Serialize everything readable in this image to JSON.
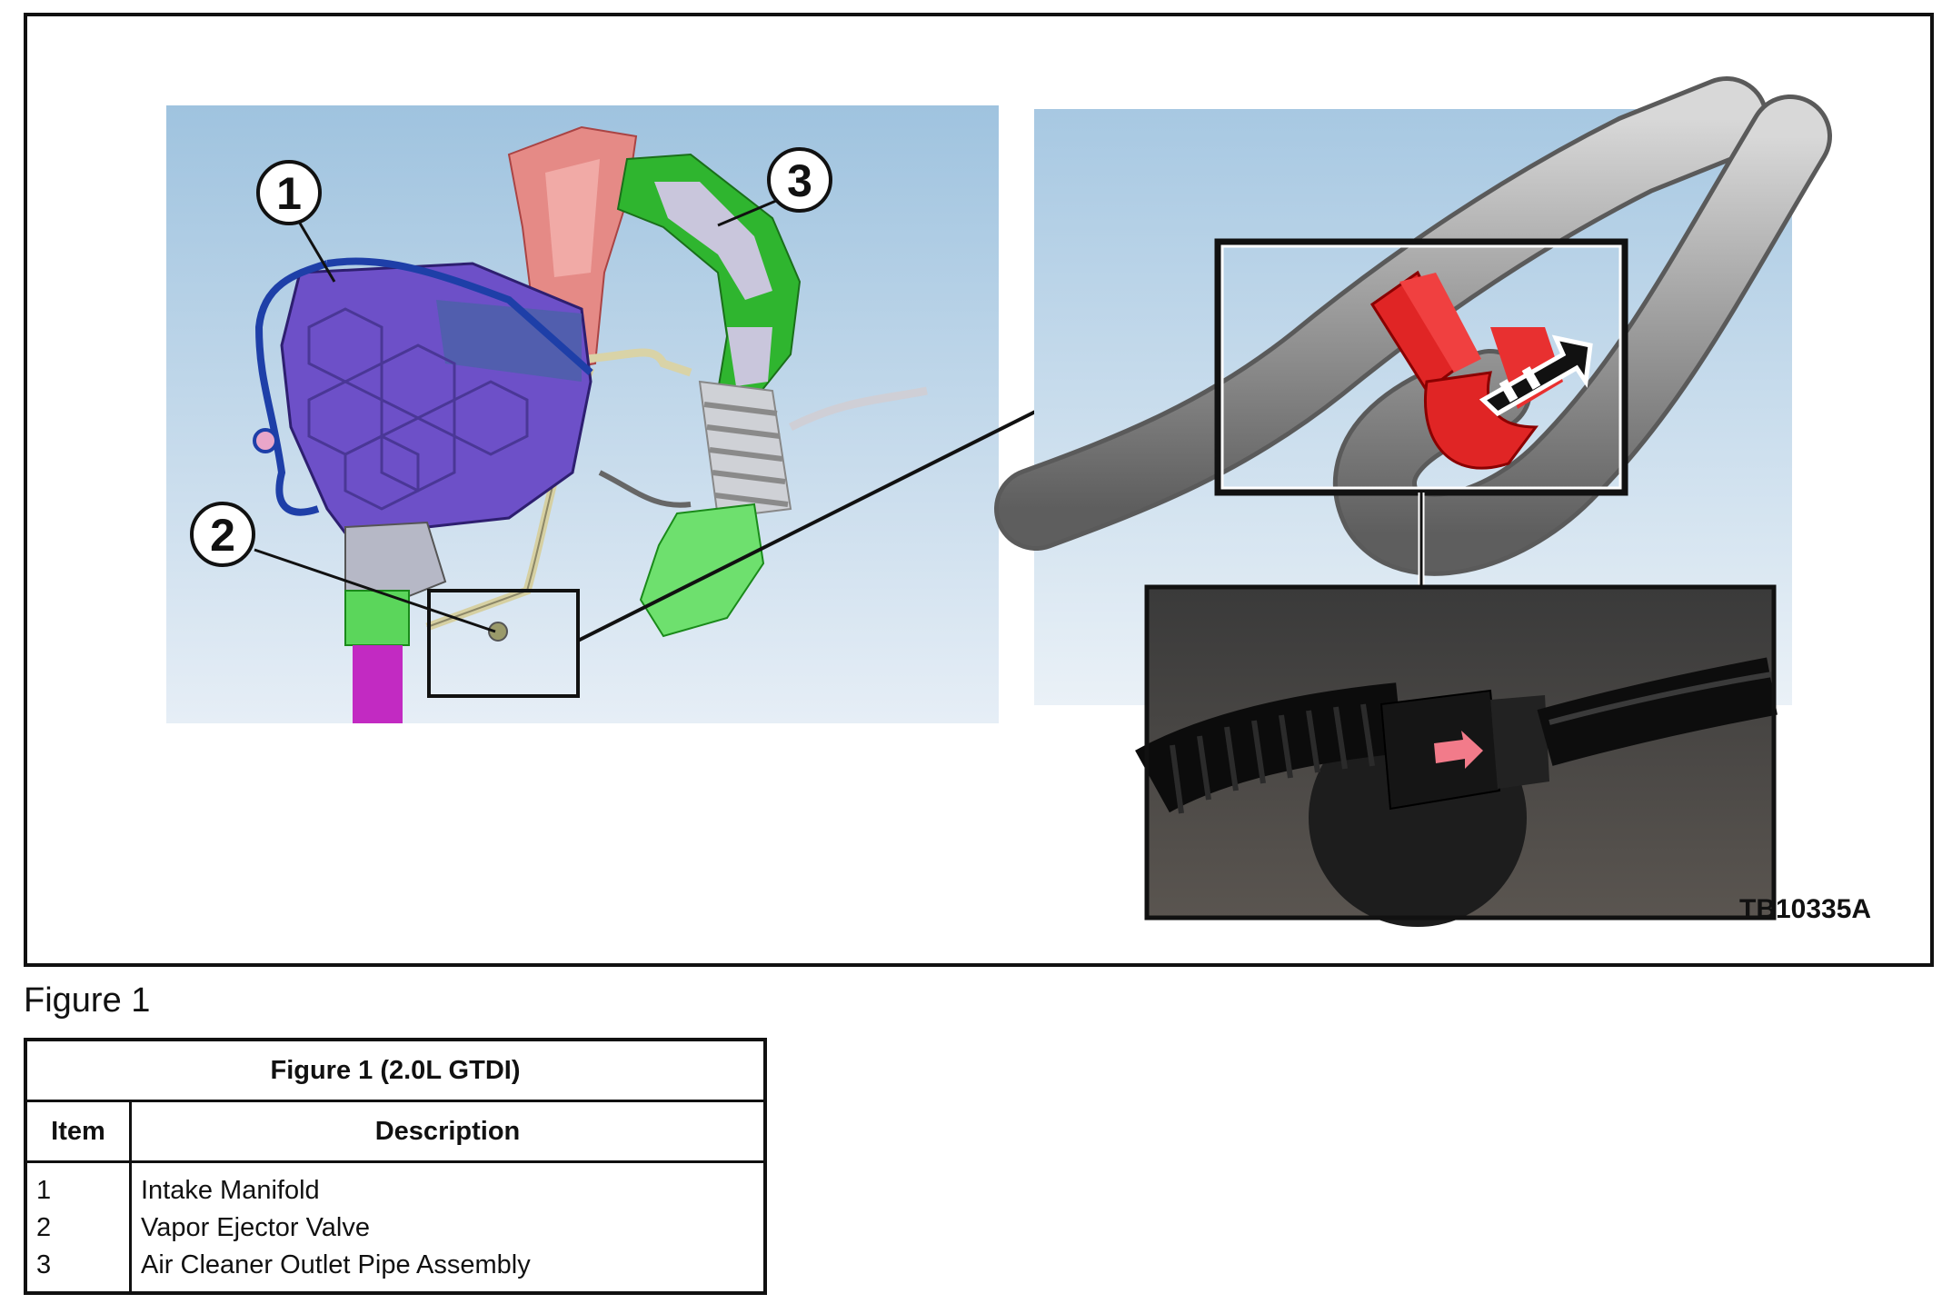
{
  "figure": {
    "callouts": [
      {
        "number": "1",
        "target": "Intake Manifold"
      },
      {
        "number": "2",
        "target": "Vapor Ejector Valve"
      },
      {
        "number": "3",
        "target": "Air Cleaner Outlet Pipe Assembly"
      }
    ],
    "code": "TB10335A",
    "caption": "Figure 1"
  },
  "legend": {
    "title": "Figure 1 (2.0L GTDI)",
    "col_item": "Item",
    "col_description": "Description",
    "rows": [
      {
        "item": "1",
        "description": "Intake Manifold"
      },
      {
        "item": "2",
        "description": "Vapor Ejector Valve"
      },
      {
        "item": "3",
        "description": "Air Cleaner Outlet Pipe Assembly"
      }
    ]
  },
  "colors": {
    "manifold": "#6a4fc8",
    "hose_blue": "#1e3fa8",
    "red_pipe": "#e27d7a",
    "green_pipe": "#2fb52f",
    "valve_red": "#e02525",
    "tube_gray": "#9a9a9a",
    "sky": "#a9c9e2"
  }
}
